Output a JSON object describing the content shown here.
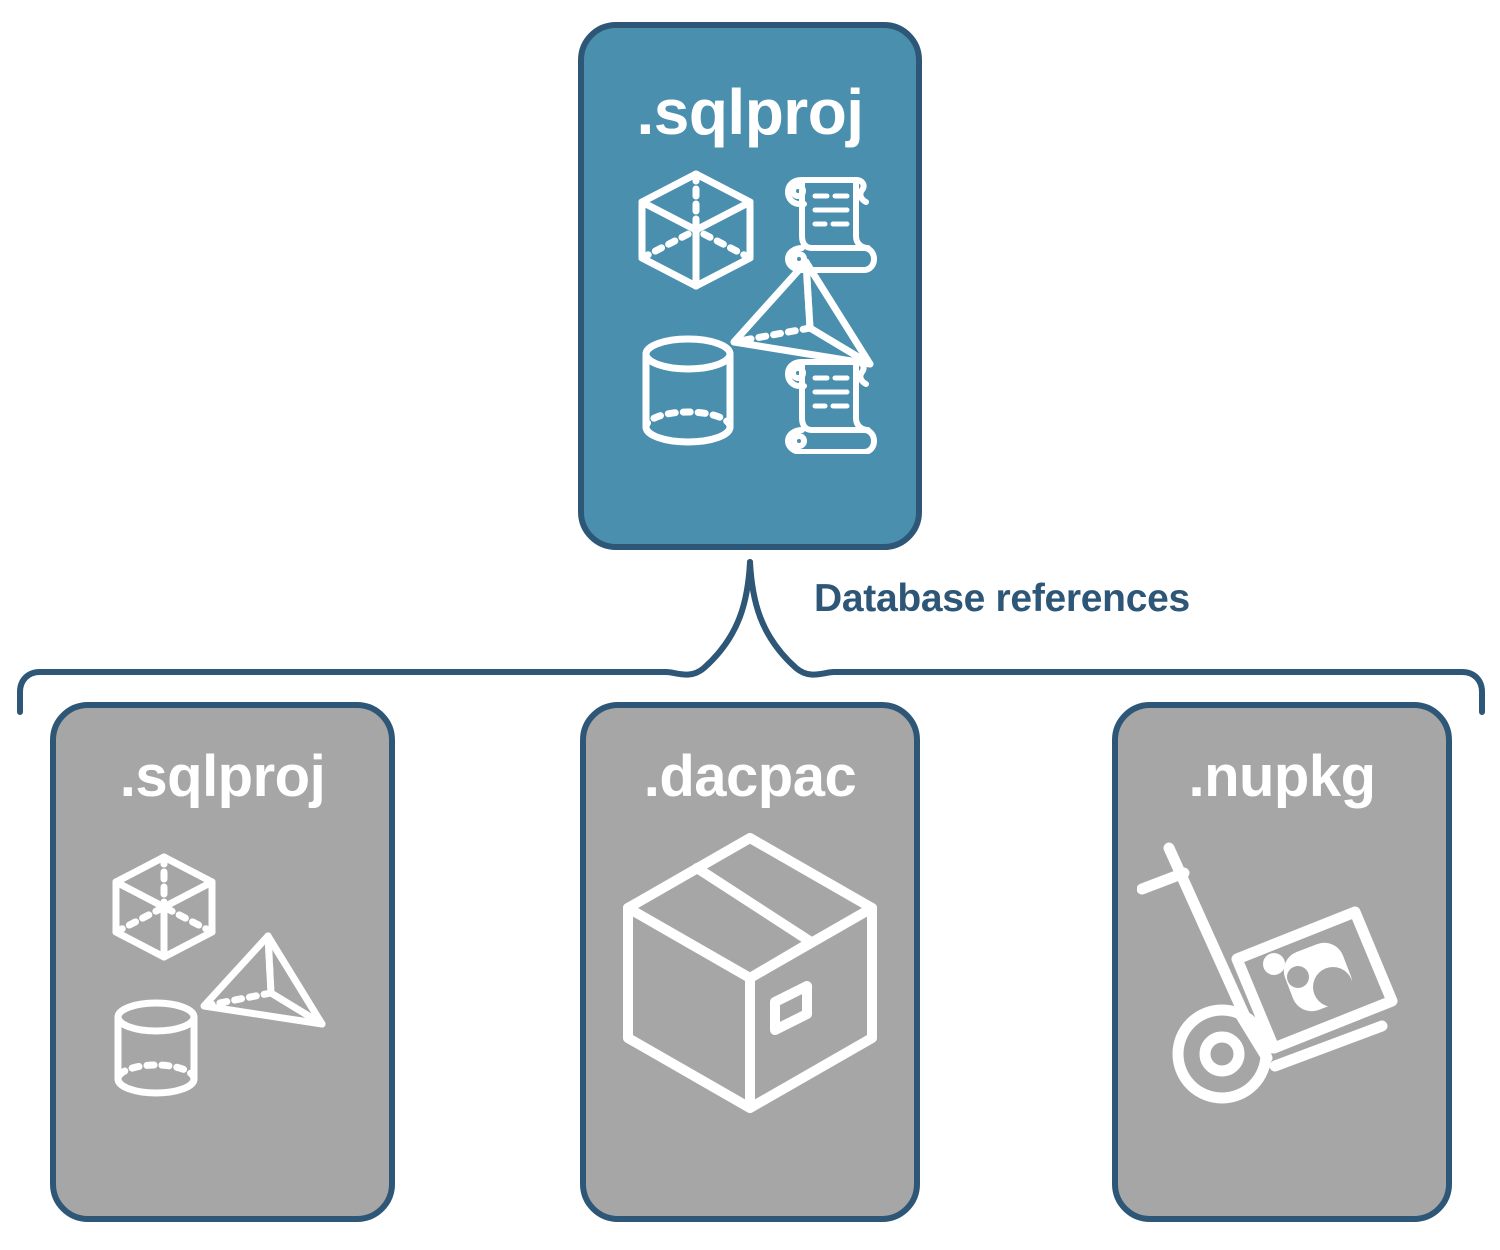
{
  "diagram": {
    "title": "Database references diagram",
    "colors": {
      "accent_teal": "#4A8FAE",
      "card_gray": "#A6A6A6",
      "outline_navy": "#2E5777",
      "icon_white": "#FFFFFF",
      "background": "#FFFFFF"
    },
    "connector": {
      "label": "Database references",
      "style": "curly-brace",
      "color": "#2E5777"
    },
    "root_node": {
      "label": ".sqlproj",
      "fill": "#4A8FAE",
      "icons": [
        "cube-wireframe-icon",
        "pyramid-wireframe-icon",
        "cylinder-wireframe-icon",
        "scroll-script-icon",
        "scroll-script-icon"
      ]
    },
    "reference_nodes": [
      {
        "label": ".sqlproj",
        "fill": "#A6A6A6",
        "icons": [
          "cube-wireframe-icon",
          "pyramid-wireframe-icon",
          "cylinder-wireframe-icon"
        ]
      },
      {
        "label": ".dacpac",
        "fill": "#A6A6A6",
        "icons": [
          "shipping-box-icon"
        ]
      },
      {
        "label": ".nupkg",
        "fill": "#A6A6A6",
        "icons": [
          "hand-truck-package-icon"
        ]
      }
    ]
  }
}
